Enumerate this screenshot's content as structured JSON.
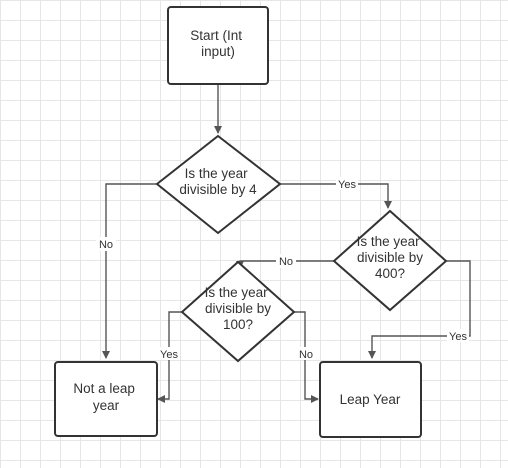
{
  "diagram": {
    "nodes": {
      "start": "Start (Int input)",
      "div4": "Is the year divisible by 4",
      "div400": "Is the year divisible by 400?",
      "div100": "Is the year divisible by 100?",
      "not_leap": "Not a leap year",
      "leap": "Leap Year"
    },
    "edges": {
      "div4_yes": "Yes",
      "div4_no": "No",
      "div400_no": "No",
      "div400_yes": "Yes",
      "div100_yes": "Yes",
      "div100_no": "No"
    },
    "colors": {
      "stroke": "#333333",
      "edge": "#555555",
      "grid": "#e6e6e6",
      "background": "#ffffff"
    }
  }
}
